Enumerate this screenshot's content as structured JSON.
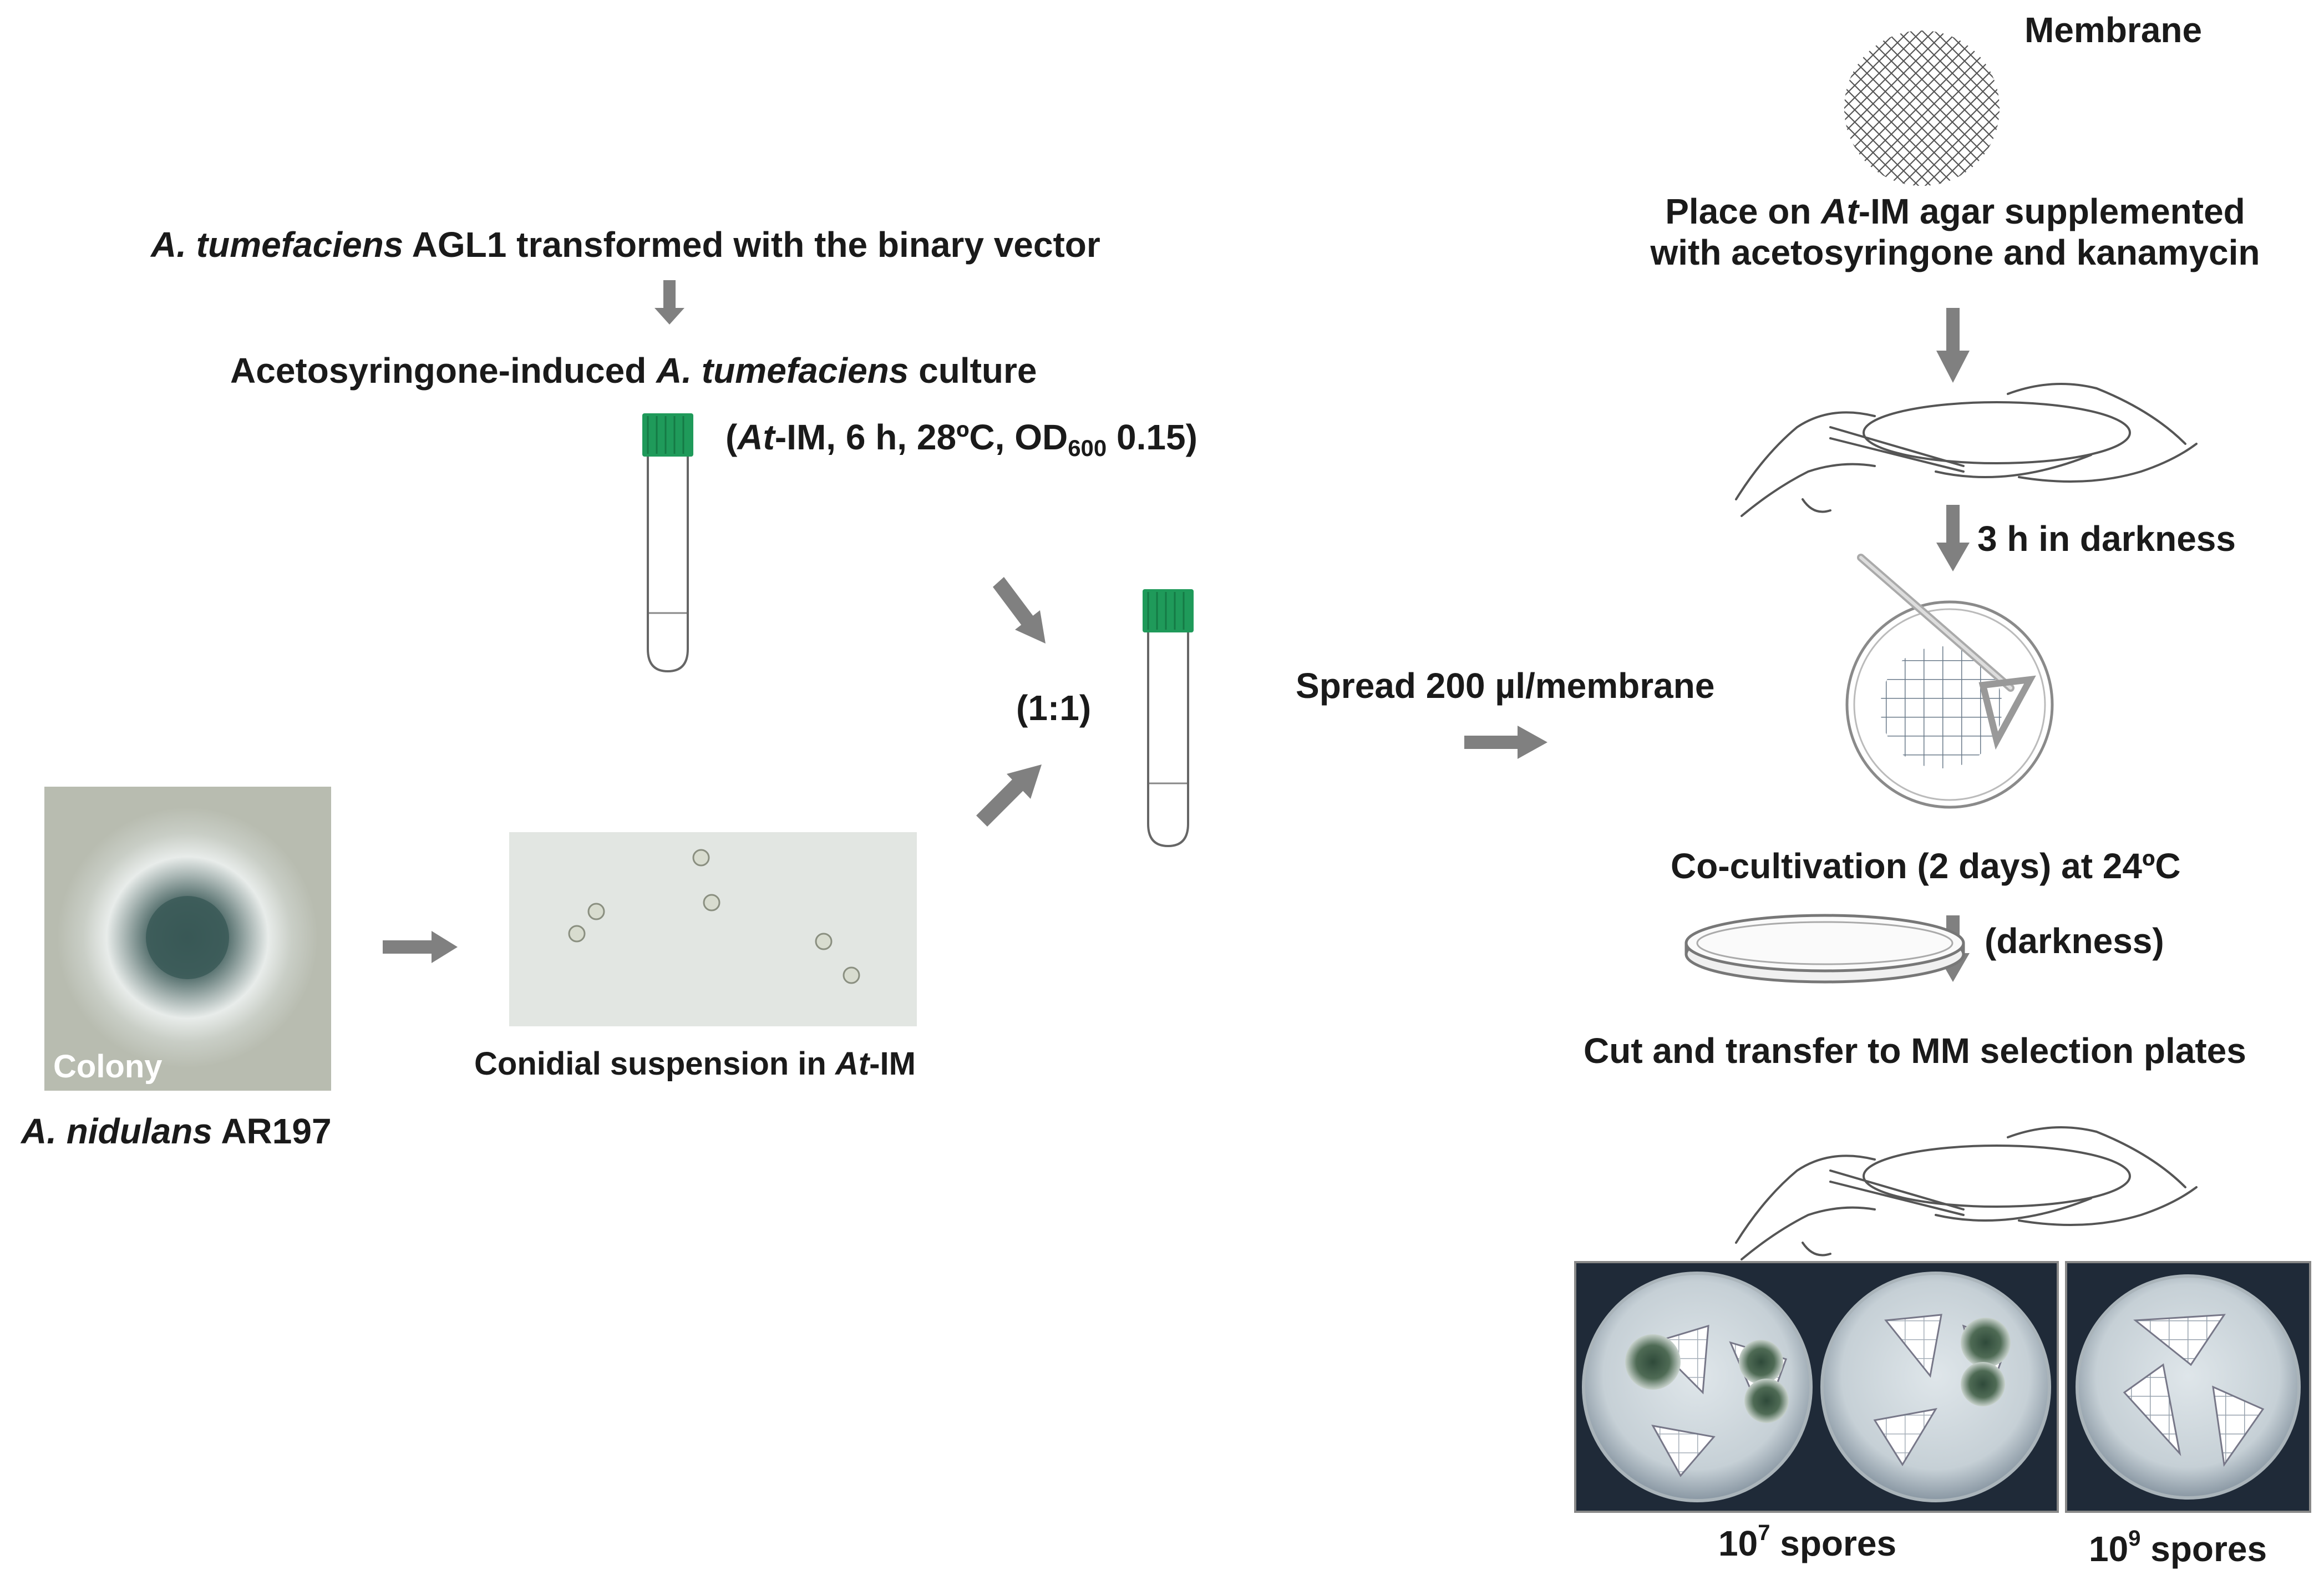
{
  "labels": {
    "top_strain_italic": "A. tumefaciens",
    "top_strain_rest": " AGL1 transformed with the binary vector",
    "induced_prefix": "Acetosyringone-induced ",
    "induced_italic": "A. tumefaciens",
    "induced_suffix": " culture",
    "cond_open": "(",
    "cond_at": "At",
    "cond_mid": "-IM, 6 h, 28ºC, OD",
    "cond_sub": "600",
    "cond_end": " 0.15)",
    "ratio": "(1:1)",
    "spread": "Spread 200 µl/membrane",
    "membrane": "Membrane",
    "place_1_pre": "Place on ",
    "place_1_at": "At",
    "place_1_post": "-IM agar supplemented",
    "place_2": "with acetosyringone and kanamycin",
    "dark3h": "3 h in darkness",
    "cocult": "Co-cultivation (2 days) at 24ºC",
    "darkness": "(darkness)",
    "cut": "Cut and transfer to MM selection plates",
    "colony": "Colony",
    "nidulans_italic": "A. nidulans",
    "nidulans_rest": " AR197",
    "conidial_pre": "Conidial suspension in ",
    "conidial_at": "At",
    "conidial_post": "-IM",
    "spores_a_base": "10",
    "spores_a_exp": "7",
    "spores_a_unit": " spores",
    "spores_b_base": "10",
    "spores_b_exp": "9",
    "spores_b_unit": " spores"
  },
  "colors": {
    "arrow": "#808080",
    "tube_cap": "#1f9a5a",
    "colony_bg": "#b8bcb0",
    "plate_bg": "#1f2a38",
    "fungus": "#3f5a45"
  }
}
